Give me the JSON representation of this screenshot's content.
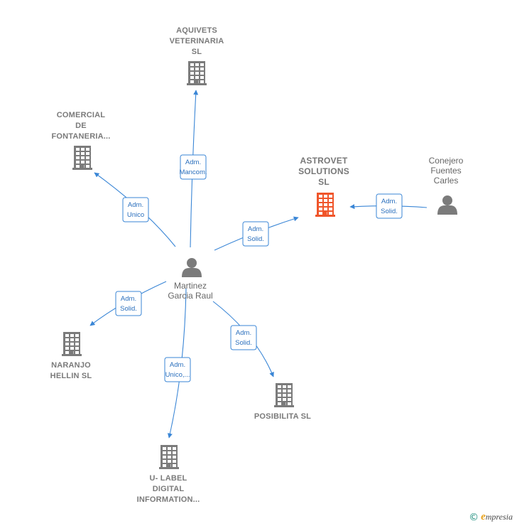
{
  "colors": {
    "edge": "#3a86d6",
    "building": "#7b7b7b",
    "focus_building": "#f0552a",
    "person": "#7b7b7b"
  },
  "nodes": {
    "aquivets": {
      "type": "company",
      "lines": [
        "AQUIVETS",
        "VETERINARIA",
        "SL"
      ],
      "icon": "building-icon"
    },
    "comercial": {
      "type": "company",
      "lines": [
        "COMERCIAL",
        "DE",
        "FONTANERIA..."
      ],
      "icon": "building-icon"
    },
    "astrovet": {
      "type": "company",
      "focus": true,
      "lines": [
        "ASTROVET",
        "SOLUTIONS",
        "SL"
      ],
      "icon": "building-icon"
    },
    "conejero": {
      "type": "person",
      "lines": [
        "Conejero",
        "Fuentes",
        "Carles"
      ],
      "icon": "person-icon"
    },
    "martinez": {
      "type": "person",
      "lines": [
        "Martinez",
        "Garcia Raul"
      ],
      "icon": "person-icon"
    },
    "naranjo": {
      "type": "company",
      "lines": [
        "NARANJO",
        "HELLIN SL"
      ],
      "icon": "building-icon"
    },
    "posibilita": {
      "type": "company",
      "lines": [
        "POSIBILITA SL"
      ],
      "icon": "building-icon"
    },
    "ulabel": {
      "type": "company",
      "lines": [
        "U- LABEL",
        "DIGITAL",
        "INFORMATION..."
      ],
      "icon": "building-icon"
    }
  },
  "edges": [
    {
      "from": "martinez",
      "to": "aquivets",
      "label": [
        "Adm.",
        "Mancom."
      ]
    },
    {
      "from": "martinez",
      "to": "comercial",
      "label": [
        "Adm.",
        "Unico"
      ]
    },
    {
      "from": "martinez",
      "to": "astrovet",
      "label": [
        "Adm.",
        "Solid."
      ]
    },
    {
      "from": "conejero",
      "to": "astrovet",
      "label": [
        "Adm.",
        "Solid."
      ]
    },
    {
      "from": "martinez",
      "to": "naranjo",
      "label": [
        "Adm.",
        "Solid."
      ]
    },
    {
      "from": "martinez",
      "to": "posibilita",
      "label": [
        "Adm.",
        "Solid."
      ]
    },
    {
      "from": "martinez",
      "to": "ulabel",
      "label": [
        "Adm.",
        "Unico,..."
      ]
    }
  ],
  "footer": {
    "copyright_symbol": "©",
    "brand_initial": "e",
    "brand_rest": "mpresia"
  }
}
